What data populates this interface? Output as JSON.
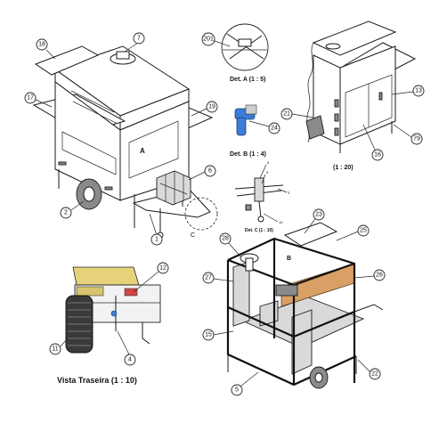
{
  "views": {
    "det_a_caption": "Det. A (1 : 5)",
    "det_b_caption": "Det. B (1 : 4)",
    "det_c_caption": "Det. C (1 : 10)",
    "iso_right_caption": "(1 : 20)",
    "rear_caption": "Vista Traseira (1 : 10)"
  },
  "detail_marks": {
    "a": "A",
    "b": "B",
    "c": "C"
  },
  "det_c_labels": {
    "n8": "8",
    "n9": "9",
    "n3": "3",
    "n10": "10"
  },
  "balloons": [
    {
      "id": "b7",
      "label": "7"
    },
    {
      "id": "b18",
      "label": "18"
    },
    {
      "id": "b17",
      "label": "17"
    },
    {
      "id": "b19",
      "label": "19"
    },
    {
      "id": "b6",
      "label": "6"
    },
    {
      "id": "b2",
      "label": "2"
    },
    {
      "id": "b1",
      "label": "1"
    },
    {
      "id": "b201",
      "label": "201"
    },
    {
      "id": "b24",
      "label": "24"
    },
    {
      "id": "b13",
      "label": "13"
    },
    {
      "id": "b21",
      "label": "21"
    },
    {
      "id": "b16",
      "label": "16"
    },
    {
      "id": "b79",
      "label": "79"
    },
    {
      "id": "b23",
      "label": "23"
    },
    {
      "id": "b25",
      "label": "25"
    },
    {
      "id": "b28",
      "label": "28"
    },
    {
      "id": "b27",
      "label": "27"
    },
    {
      "id": "b26",
      "label": "26"
    },
    {
      "id": "b15",
      "label": "15"
    },
    {
      "id": "b22",
      "label": "22"
    },
    {
      "id": "b5",
      "label": "5"
    },
    {
      "id": "b12",
      "label": "12"
    },
    {
      "id": "b11",
      "label": "11"
    },
    {
      "id": "b4",
      "label": "4"
    }
  ]
}
